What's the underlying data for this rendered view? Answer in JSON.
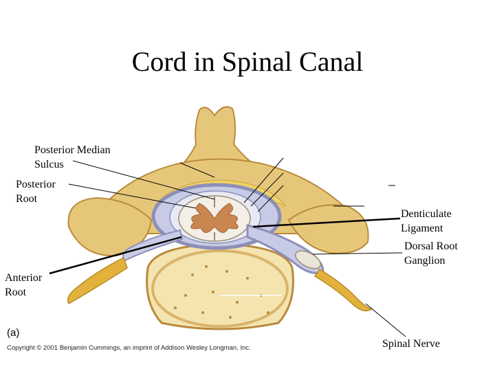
{
  "slide": {
    "title": "Cord in Spinal Canal"
  },
  "labels": {
    "posterior_median_sulcus": "Posterior Median\nSulcus",
    "posterior_root": "Posterior\nRoot",
    "anterior_root": "Anterior\nRoot",
    "denticulate_ligament": "Denticulate\nLigament",
    "dorsal_root_ganglion": "Dorsal Root\nGanglion",
    "spinal_nerve": "Spinal Nerve"
  },
  "figure": {
    "letter": "(a)",
    "copyright": "Copyright © 2001 Benjamin Cummings, an imprint of Addison Wesley Longman, Inc."
  },
  "colors": {
    "bone": "#e6c77a",
    "bone_shadow": "#b98a3c",
    "spongy_bone": "#f4e4b0",
    "meninges": "#8c8fb8",
    "grey_matter": "#c9864e",
    "white_matter": "#f3efe6",
    "nerve": "#e3b23c",
    "fat": "#f0d26a"
  }
}
